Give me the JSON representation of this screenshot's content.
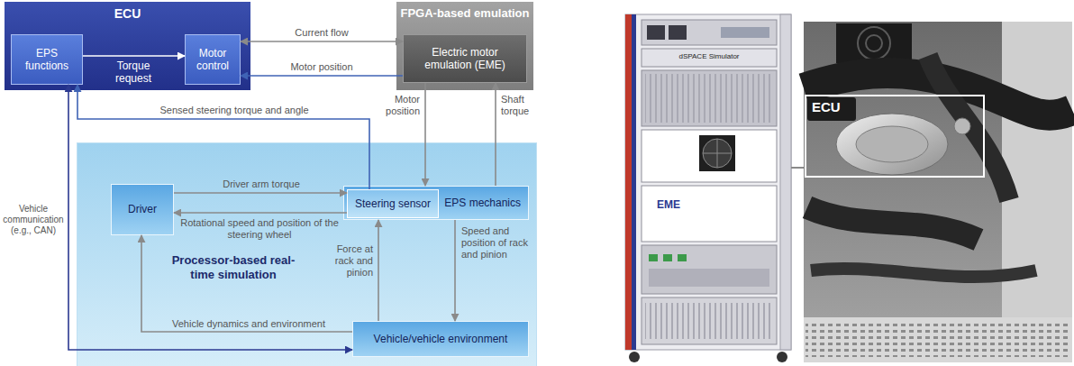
{
  "diagram": {
    "nodes": [
      {
        "text": [
          "ECU"
        ]
      },
      {
        "text": [
          "EPS functions"
        ],
        "in": 0
      },
      {
        "text": [
          "Motor control"
        ],
        "in": 0
      },
      {
        "text": [
          "FPGA-based emulation"
        ]
      },
      {
        "text": [
          "Electric motor emulation (EME)"
        ],
        "in": 3
      },
      {
        "text": [
          "Processor-based real-time simulation"
        ]
      },
      {
        "text": [
          "Driver"
        ],
        "in": 5
      },
      {
        "text": [
          "EPS mechanics"
        ],
        "in": 5
      },
      {
        "text": [
          "Steering sensor"
        ],
        "in": 7
      },
      {
        "text": [
          "Vehicle/vehicle environment"
        ],
        "in": 5
      },
      {
        "text": [
          "ECU"
        ]
      }
    ],
    "edges": [
      {
        "from": 1,
        "to": 2,
        "label": "Torque request",
        "arrow": "to"
      },
      {
        "from": 2,
        "to": 4,
        "label": "Current flow",
        "arrow": "both"
      },
      {
        "from": 4,
        "to": 2,
        "label": "Motor position",
        "arrow": "to"
      },
      {
        "from": 4,
        "to": 7,
        "label": "Motor position",
        "arrow": "to"
      },
      {
        "from": 7,
        "to": 4,
        "label": "Shaft torque",
        "arrow": "to"
      },
      {
        "from": 8,
        "to": 1,
        "label": "Sensed steering torque and angle",
        "arrow": "to"
      },
      {
        "from": 1,
        "to": 9,
        "label": "Vehicle communication (e.g., CAN)",
        "arrow": "both"
      },
      {
        "from": 6,
        "to": 8,
        "label": "Driver arm torque",
        "arrow": "to"
      },
      {
        "from": 8,
        "to": 6,
        "label": "Rotational speed and position of the steering wheel",
        "arrow": "to"
      },
      {
        "from": 7,
        "to": 9,
        "label": "Speed and position of rack and pinion",
        "arrow": "to"
      },
      {
        "from": 9,
        "to": 7,
        "label": "Force at rack and pinion",
        "arrow": "to"
      },
      {
        "from": 9,
        "to": 6,
        "label": "Vehicle dynamics and environment",
        "arrow": "to"
      }
    ],
    "labels": [
      "dSPACE Simulator",
      "EME"
    ]
  }
}
